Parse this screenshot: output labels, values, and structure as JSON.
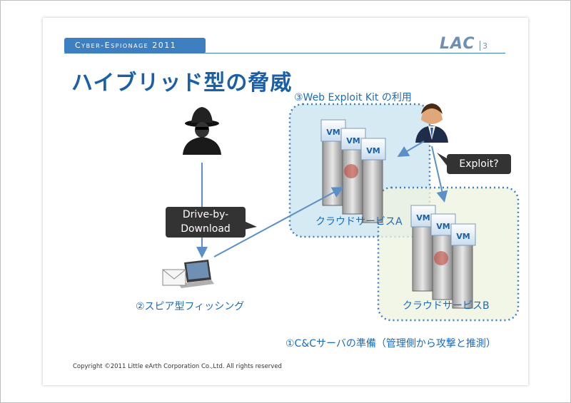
{
  "header": {
    "badge": "Cyber-Espionage 2011",
    "logo": "LAC",
    "page_number": "3"
  },
  "title": "ハイブリッド型の脅威",
  "labels": {
    "exploit_kit": "③Web Exploit Kit の利用",
    "cloud_a": "クラウドサービスA",
    "cloud_b": "クラウドサービスB",
    "phishing": "②スピア型フィッシング",
    "cc_server": "①C&Cサーバの準備（管理側から攻撃と推測）"
  },
  "callouts": {
    "drive_by_line1": "Drive-by-",
    "drive_by_line2": "Download",
    "exploit": "Exploit?"
  },
  "vm_label": "VM",
  "footer": "Copyright ©2011  Little eArth Corporation Co.,Ltd. All rights reserved",
  "colors": {
    "accent": "#3d7fc0",
    "title": "#1a5fa8",
    "label": "#1a6bbd",
    "arrow": "#5b8fc7",
    "cloud_a_fill": "#cfe6f2",
    "cloud_b_fill": "#eef3de"
  }
}
